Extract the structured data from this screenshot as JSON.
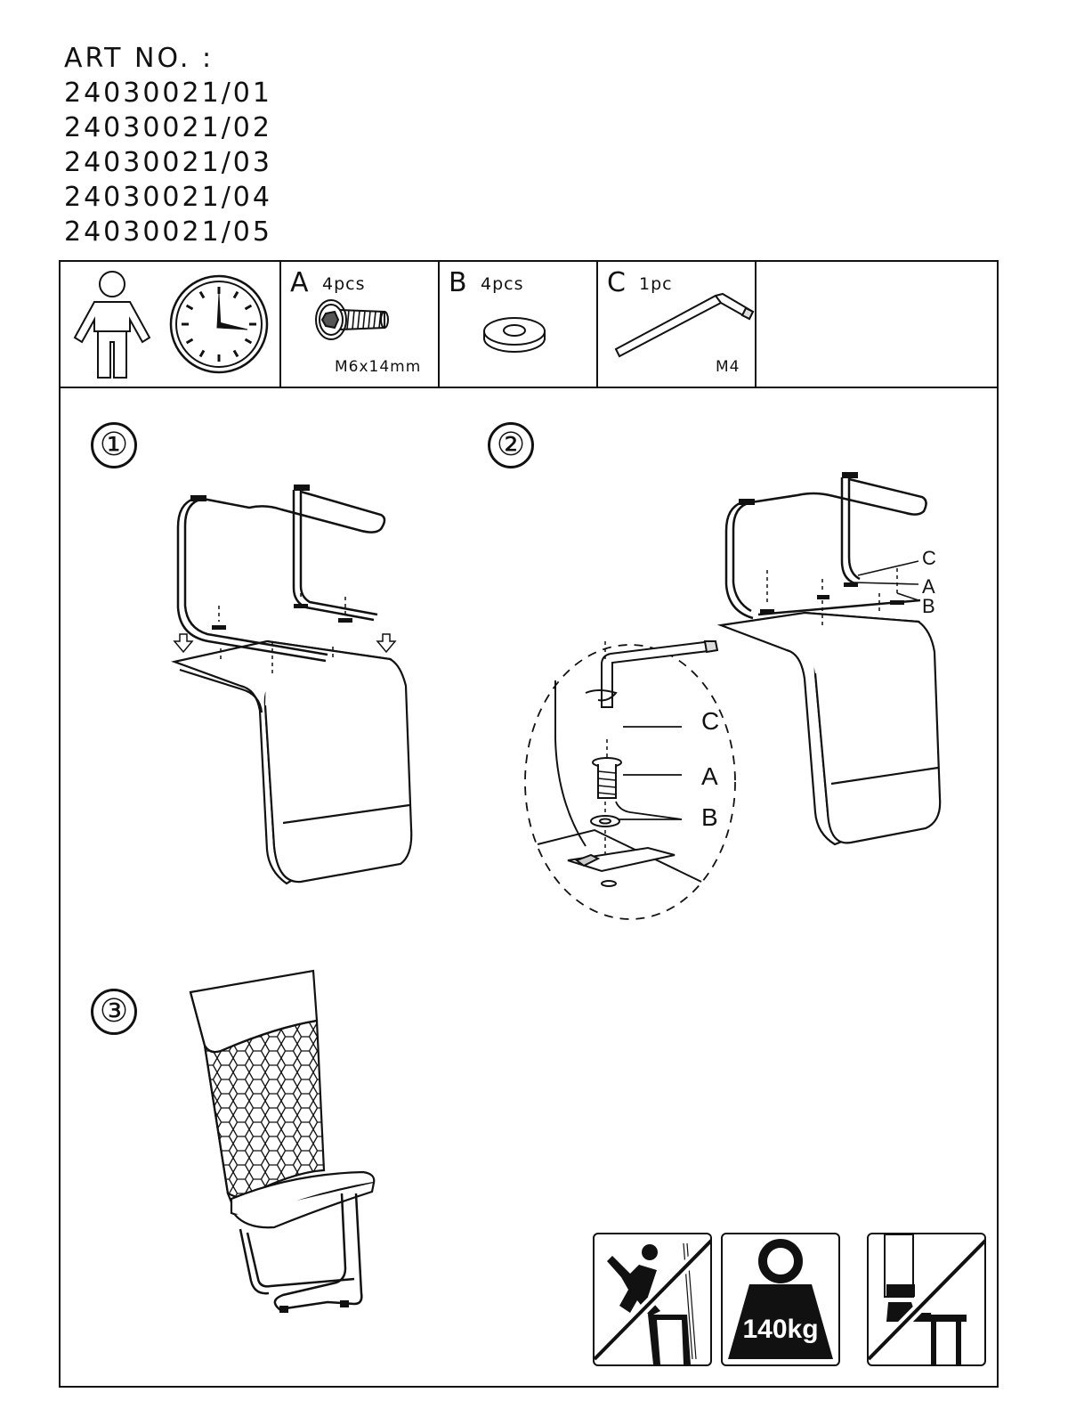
{
  "art": {
    "heading": "ART NO. :",
    "numbers": [
      "24030021/01",
      "24030021/02",
      "24030021/03",
      "24030021/04",
      "24030021/05"
    ]
  },
  "parts": [
    {
      "letter": "A",
      "qty": "4pcs",
      "spec": "M6x14mm",
      "icon": "bolt-icon"
    },
    {
      "letter": "B",
      "qty": "4pcs",
      "spec": "",
      "icon": "washer-icon"
    },
    {
      "letter": "C",
      "qty": "1pc",
      "spec": "M4",
      "icon": "allen-key-icon"
    }
  ],
  "steps": [
    "①",
    "②",
    "③"
  ],
  "callouts": {
    "detail": [
      "C",
      "A",
      "B"
    ],
    "frame": [
      "C",
      "A",
      "B"
    ]
  },
  "warnings": {
    "max_load": "140kg"
  }
}
